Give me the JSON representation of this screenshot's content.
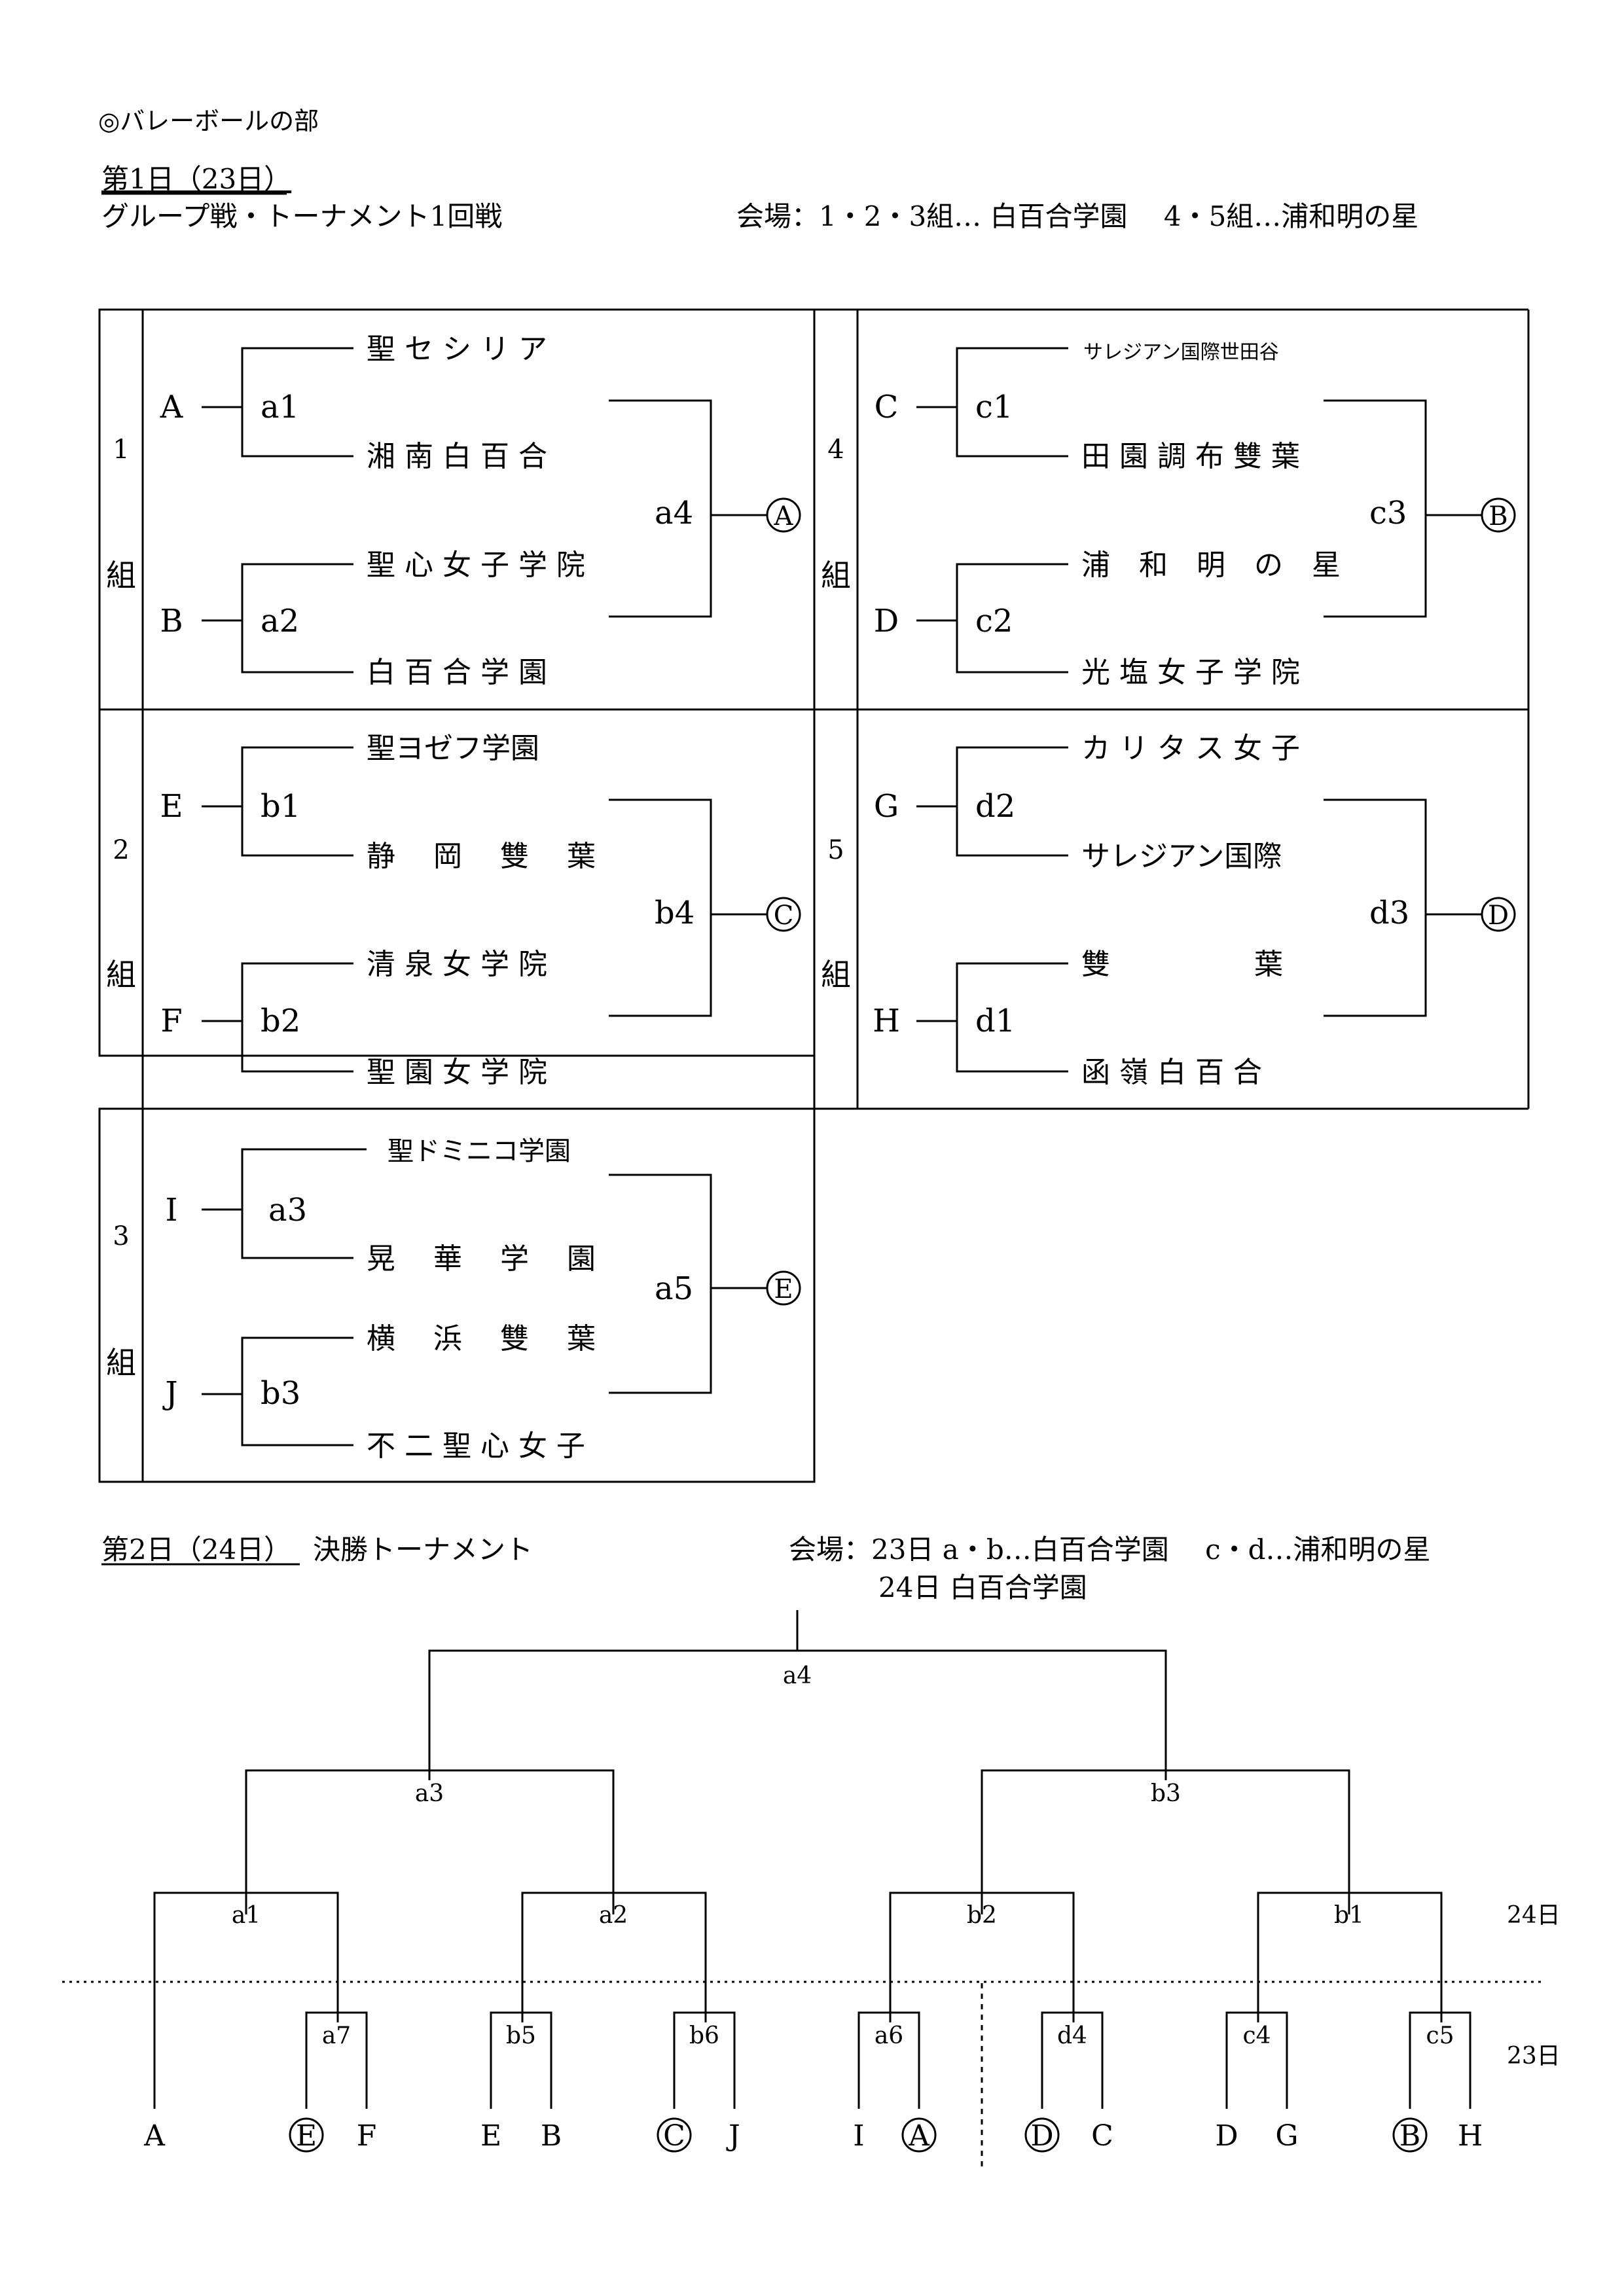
{
  "header": {
    "section_title": "◎バレーボールの部",
    "day1": {
      "label": "第1日（23日）",
      "subtitle": "グループ戦・トーナメント1回戦",
      "venue": "会場：1・2・3組… 白百合学園　 4・5組…浦和明の星"
    }
  },
  "groups": [
    {
      "id": "group-1",
      "number": "1",
      "suffix": "組",
      "upper": {
        "letter": "A",
        "match": "a1",
        "team1": "聖 セ シ リ ア",
        "team2": "湘 南 白 百 合"
      },
      "lower": {
        "letter": "B",
        "match": "a2",
        "team1": "聖 心 女 子 学 院",
        "team2": "白 百 合 学 園"
      },
      "final": "a4",
      "winner": "A"
    },
    {
      "id": "group-4",
      "number": "4",
      "suffix": "組",
      "upper": {
        "letter": "C",
        "match": "c1",
        "team1": "サレジアン国際世田谷",
        "team2": "田 園 調 布 雙 葉"
      },
      "lower": {
        "letter": "D",
        "match": "c2",
        "team1": "浦　和　明　の　星",
        "team2": "光 塩 女 子 学 院"
      },
      "final": "c3",
      "winner": "B"
    },
    {
      "id": "group-2",
      "number": "2",
      "suffix": "組",
      "upper": {
        "letter": "E",
        "match": "b1",
        "team1": "聖ヨゼフ学園",
        "team2": "静　 岡　 雙　 葉"
      },
      "lower": {
        "letter": "F",
        "match": "b2",
        "team1": "清 泉 女 学 院",
        "team2": "聖 園 女 学 院"
      },
      "final": "b4",
      "winner": "C"
    },
    {
      "id": "group-5",
      "number": "5",
      "suffix": "組",
      "upper": {
        "letter": "G",
        "match": "d2",
        "team1": "カ リ タ ス 女 子",
        "team2": "サレジアン国際"
      },
      "lower": {
        "letter": "H",
        "match": "d1",
        "team1": "雙　　　　　葉",
        "team2": "函 嶺 白 百 合"
      },
      "final": "d3",
      "winner": "D"
    },
    {
      "id": "group-3",
      "number": "3",
      "suffix": "組",
      "upper": {
        "letter": "I",
        "match": "a3",
        "team1": "聖ドミニコ学園",
        "team2": "晃　 華　 学　 園"
      },
      "lower": {
        "letter": "J",
        "match": "b3",
        "team1": "横　 浜　 雙　 葉",
        "team2": "不 二 聖 心 女 子"
      },
      "final": "a5",
      "winner": "E"
    }
  ],
  "day2": {
    "label": "第2日（24日）",
    "title": "決勝トーナメント",
    "venue_line1": "会場：23日 a・b…白百合学園　 c・d…浦和明の星",
    "venue_line2": "24日 白百合学園",
    "day_labels": {
      "day24": "24日",
      "day23": "23日"
    },
    "matches": {
      "final": "a4",
      "semi_left": "a3",
      "semi_right": "b3",
      "qf": [
        "a1",
        "a2",
        "b2",
        "b1"
      ],
      "r1": [
        "a7",
        "b5",
        "b6",
        "a6",
        "d4",
        "c4",
        "c5"
      ]
    },
    "entrants": [
      {
        "text": "A",
        "circled": false
      },
      {
        "text": "E",
        "circled": true
      },
      {
        "text": "F",
        "circled": false
      },
      {
        "text": "E",
        "circled": false
      },
      {
        "text": "B",
        "circled": false
      },
      {
        "text": "C",
        "circled": true
      },
      {
        "text": "J",
        "circled": false
      },
      {
        "text": "I",
        "circled": false
      },
      {
        "text": "A",
        "circled": true
      },
      {
        "text": "D",
        "circled": true
      },
      {
        "text": "C",
        "circled": false
      },
      {
        "text": "D",
        "circled": false
      },
      {
        "text": "G",
        "circled": false
      },
      {
        "text": "B",
        "circled": true
      },
      {
        "text": "H",
        "circled": false
      }
    ]
  }
}
